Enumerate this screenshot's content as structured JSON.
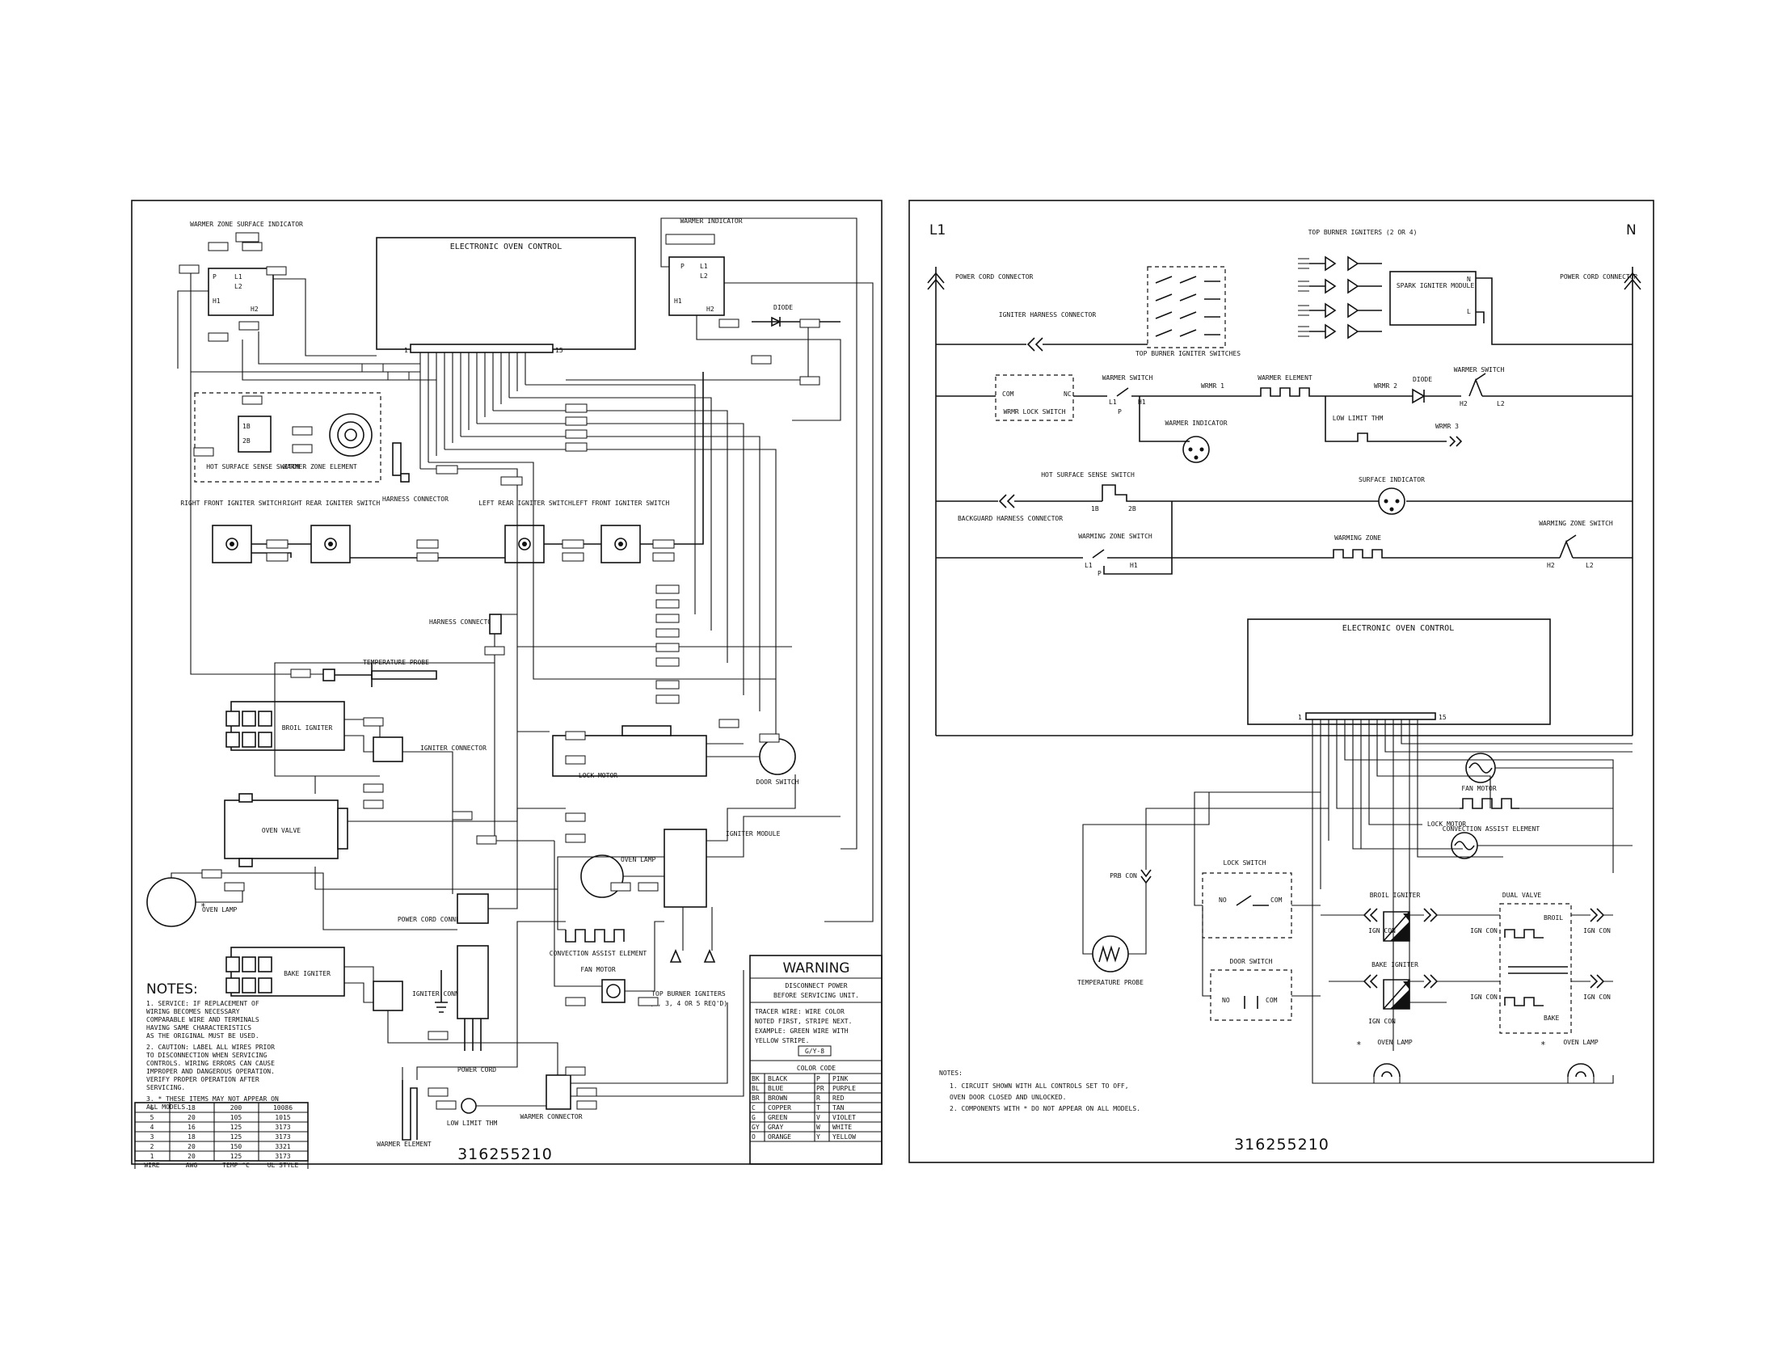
{
  "left": {
    "electronic_oven_control": "ELECTRONIC OVEN CONTROL",
    "warmer_zone_surface_indicator": "WARMER ZONE SURFACE INDICATOR",
    "warmer_indicator": "WARMER INDICATOR",
    "diode": "DIODE",
    "hot_surface_sense_switch": "HOT SURFACE SENSE SWITCH",
    "warmer_zone_element": "WARMER ZONE ELEMENT",
    "harness_connector": "HARNESS CONNECTOR",
    "right_front_igniter_switch": "RIGHT FRONT IGNITER SWITCH",
    "right_rear_igniter_switch": "RIGHT REAR IGNITER SWITCH",
    "left_rear_igniter_switch": "LEFT REAR IGNITER SWITCH",
    "left_front_igniter_switch": "LEFT FRONT IGNITER SWITCH",
    "temperature_probe": "TEMPERATURE PROBE",
    "broil_igniter": "BROIL IGNITER",
    "igniter_connector": "IGNITER CONNECTOR",
    "oven_valve": "OVEN VALVE",
    "lock_motor": "LOCK MOTOR",
    "door_switch": "DOOR SWITCH",
    "oven_lamp": "OVEN LAMP",
    "igniter_module": "IGNITER MODULE",
    "convection_assist_element": "CONVECTION ASSIST ELEMENT",
    "fan_motor": "FAN MOTOR",
    "power_cord_connector": "POWER CORD CONNECTOR",
    "power_cord": "POWER CORD",
    "bake_igniter": "BAKE IGNITER",
    "top_burner_igniters": "TOP BURNER IGNITERS",
    "top_burner_igniters_note": "(2, 3, 4 OR 5 REQ'D)",
    "warmer_element": "WARMER ELEMENT",
    "low_limit_thm": "LOW LIMIT THM",
    "warmer_connector": "WARMER CONNECTOR",
    "notes_title": "NOTES:",
    "notes": [
      "1.  SERVICE:  IF REPLACEMENT OF",
      "    WIRING BECOMES NECESSARY",
      "    COMPARABLE WIRE AND TERMINALS",
      "    HAVING SAME CHARACTERISTICS",
      "    AS THE ORIGINAL MUST BE USED.",
      "2.  CAUTION:  LABEL ALL WIRES PRIOR",
      "    TO DISCONNECTION WHEN SERVICING",
      "    CONTROLS.  WIRING ERRORS CAN CAUSE",
      "    IMPROPER AND DANGEROUS OPERATION.",
      "    VERIFY PROPER OPERATION AFTER",
      "    SERVICING.",
      "3.  * THESE ITEMS MAY NOT APPEAR ON",
      "    ALL MODELS."
    ],
    "wire_table": {
      "headers": [
        "WIRE",
        "AWG",
        "TEMP °C",
        "UL STYLE"
      ],
      "rows": [
        [
          "6",
          "18",
          "200",
          "10086"
        ],
        [
          "5",
          "20",
          "105",
          "1015"
        ],
        [
          "4",
          "16",
          "125",
          "3173"
        ],
        [
          "3",
          "18",
          "125",
          "3173"
        ],
        [
          "2",
          "20",
          "150",
          "3321"
        ],
        [
          "1",
          "20",
          "125",
          "3173"
        ]
      ]
    },
    "warning": {
      "title": "WARNING",
      "line1": "DISCONNECT POWER",
      "line2": "BEFORE SERVICING UNIT.",
      "tracer1": "TRACER WIRE:  WIRE COLOR",
      "tracer2": "NOTED FIRST, STRIPE NEXT.",
      "tracer3": "EXAMPLE:  GREEN WIRE WITH",
      "tracer4": "YELLOW STRIPE.",
      "example_tag": "G/Y-8"
    },
    "color_code": {
      "title": "COLOR CODE",
      "rows": [
        [
          "BK",
          "BLACK",
          "P",
          "PINK"
        ],
        [
          "BL",
          "BLUE",
          "PR",
          "PURPLE"
        ],
        [
          "BR",
          "BROWN",
          "R",
          "RED"
        ],
        [
          "C",
          "COPPER",
          "T",
          "TAN"
        ],
        [
          "G",
          "GREEN",
          "V",
          "VIOLET"
        ],
        [
          "GY",
          "GRAY",
          "W",
          "WHITE"
        ],
        [
          "O",
          "ORANGE",
          "Y",
          "YELLOW"
        ]
      ]
    },
    "part_number": "316255210"
  },
  "right": {
    "l1": "L1",
    "n": "N",
    "power_cord_connector_l": "POWER CORD CONNECTOR",
    "power_cord_connector_r": "POWER CORD CONNECTOR",
    "igniter_harness_connector": "IGNITER HARNESS CONNECTOR",
    "top_burner_igniter_switches": "TOP BURNER IGNITER SWITCHES",
    "top_burner_igniters": "TOP BURNER IGNITERS (2 OR 4)",
    "spark_igniter_module": "SPARK IGNITER MODULE",
    "warmr_lock_switch": "WRMR LOCK SWITCH",
    "com": "COM",
    "nc": "NC",
    "warmer_switch_1": "WARMER SWITCH",
    "warmer_element": "WARMER ELEMENT",
    "diode": "DIODE",
    "warmer_switch_2": "WARMER SWITCH",
    "wrmr1": "WRMR 1",
    "wrmr2": "WRMR 2",
    "wrmr3": "WRMR 3",
    "low_limit_thm": "LOW LIMIT THM",
    "warmer_indicator": "WARMER INDICATOR",
    "hot_surface_sense_switch": "HOT SURFACE SENSE SWITCH",
    "surface_indicator": "SURFACE INDICATOR",
    "backguard_harness_connector": "BACKGUARD HARNESS CONNECTOR",
    "warming_zone_switch_1": "WARMING ZONE SWITCH",
    "warming_zone": "WARMING ZONE",
    "warming_zone_switch_2": "WARMING ZONE SWITCH",
    "electronic_oven_control": "ELECTRONIC OVEN CONTROL",
    "fan_motor": "FAN MOTOR",
    "convection_assist_element": "CONVECTION ASSIST ELEMENT",
    "lock_motor": "LOCK MOTOR",
    "lock_switch": "LOCK SWITCH",
    "prb_con": "PRB CON",
    "temperature_probe": "TEMPERATURE PROBE",
    "door_switch": "DOOR SWITCH",
    "no": "NO",
    "broil_igniter": "BROIL IGNITER",
    "dual_valve": "DUAL VALVE",
    "broil": "BROIL",
    "bake": "BAKE",
    "bake_igniter": "BAKE IGNITER",
    "ign_con": "IGN CON",
    "oven_lamp_1": "OVEN LAMP",
    "oven_lamp_2": "OVEN LAMP",
    "notes_title": "NOTES:",
    "notes": [
      "1.  CIRCUIT SHOWN WITH ALL CONTROLS SET TO OFF,",
      "    OVEN DOOR CLOSED AND UNLOCKED.",
      "2.  COMPONENTS WITH  *  DO NOT APPEAR ON ALL MODELS."
    ],
    "part_number": "316255210"
  }
}
